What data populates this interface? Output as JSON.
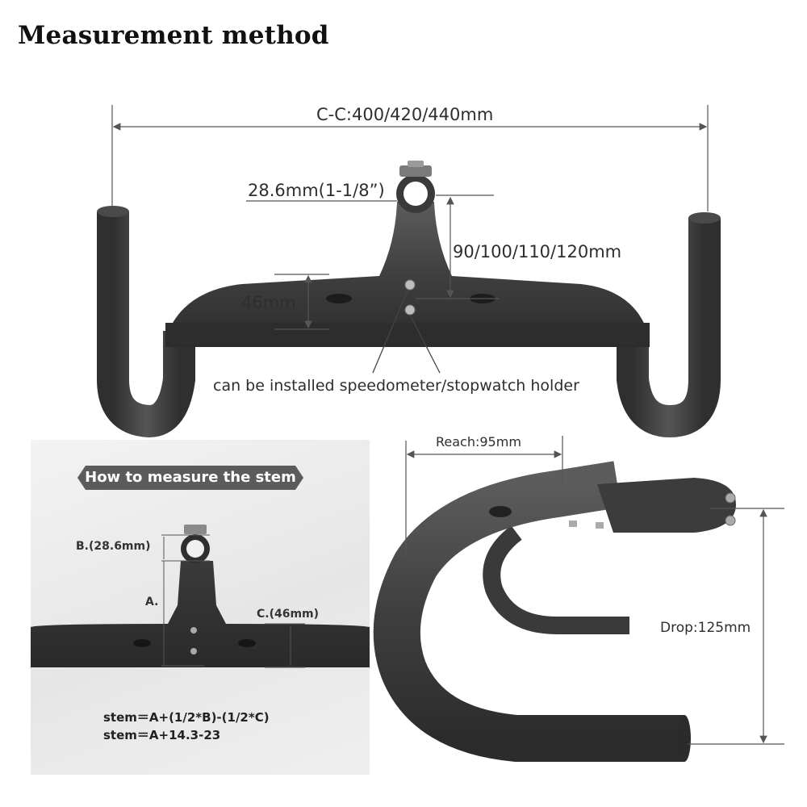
{
  "title": "Measurement method",
  "top_diagram": {
    "width_label": "C-C:400/420/440mm",
    "clamp_label": "28.6mm(1-1/8”)",
    "stem_length_label": "90/100/110/120mm",
    "height_label": "46mm",
    "mount_note": "can be installed speedometer/stopwatch holder"
  },
  "stem_inset": {
    "badge": "How to measure the stem",
    "label_b": "B.(28.6mm)",
    "label_a": "A.",
    "label_c": "C.(46mm)",
    "formula_1": "stem＝A+(1/2*B)-(1/2*C)",
    "formula_2": "stem＝A+14.3-23"
  },
  "side_view": {
    "reach_label": "Reach:95mm",
    "drop_label": "Drop:125mm"
  },
  "colors": {
    "carbon": "#3e3e3e",
    "carbon_light": "#5a5a5a",
    "dimension_line": "#555555",
    "badge": "#5b5b5b"
  }
}
